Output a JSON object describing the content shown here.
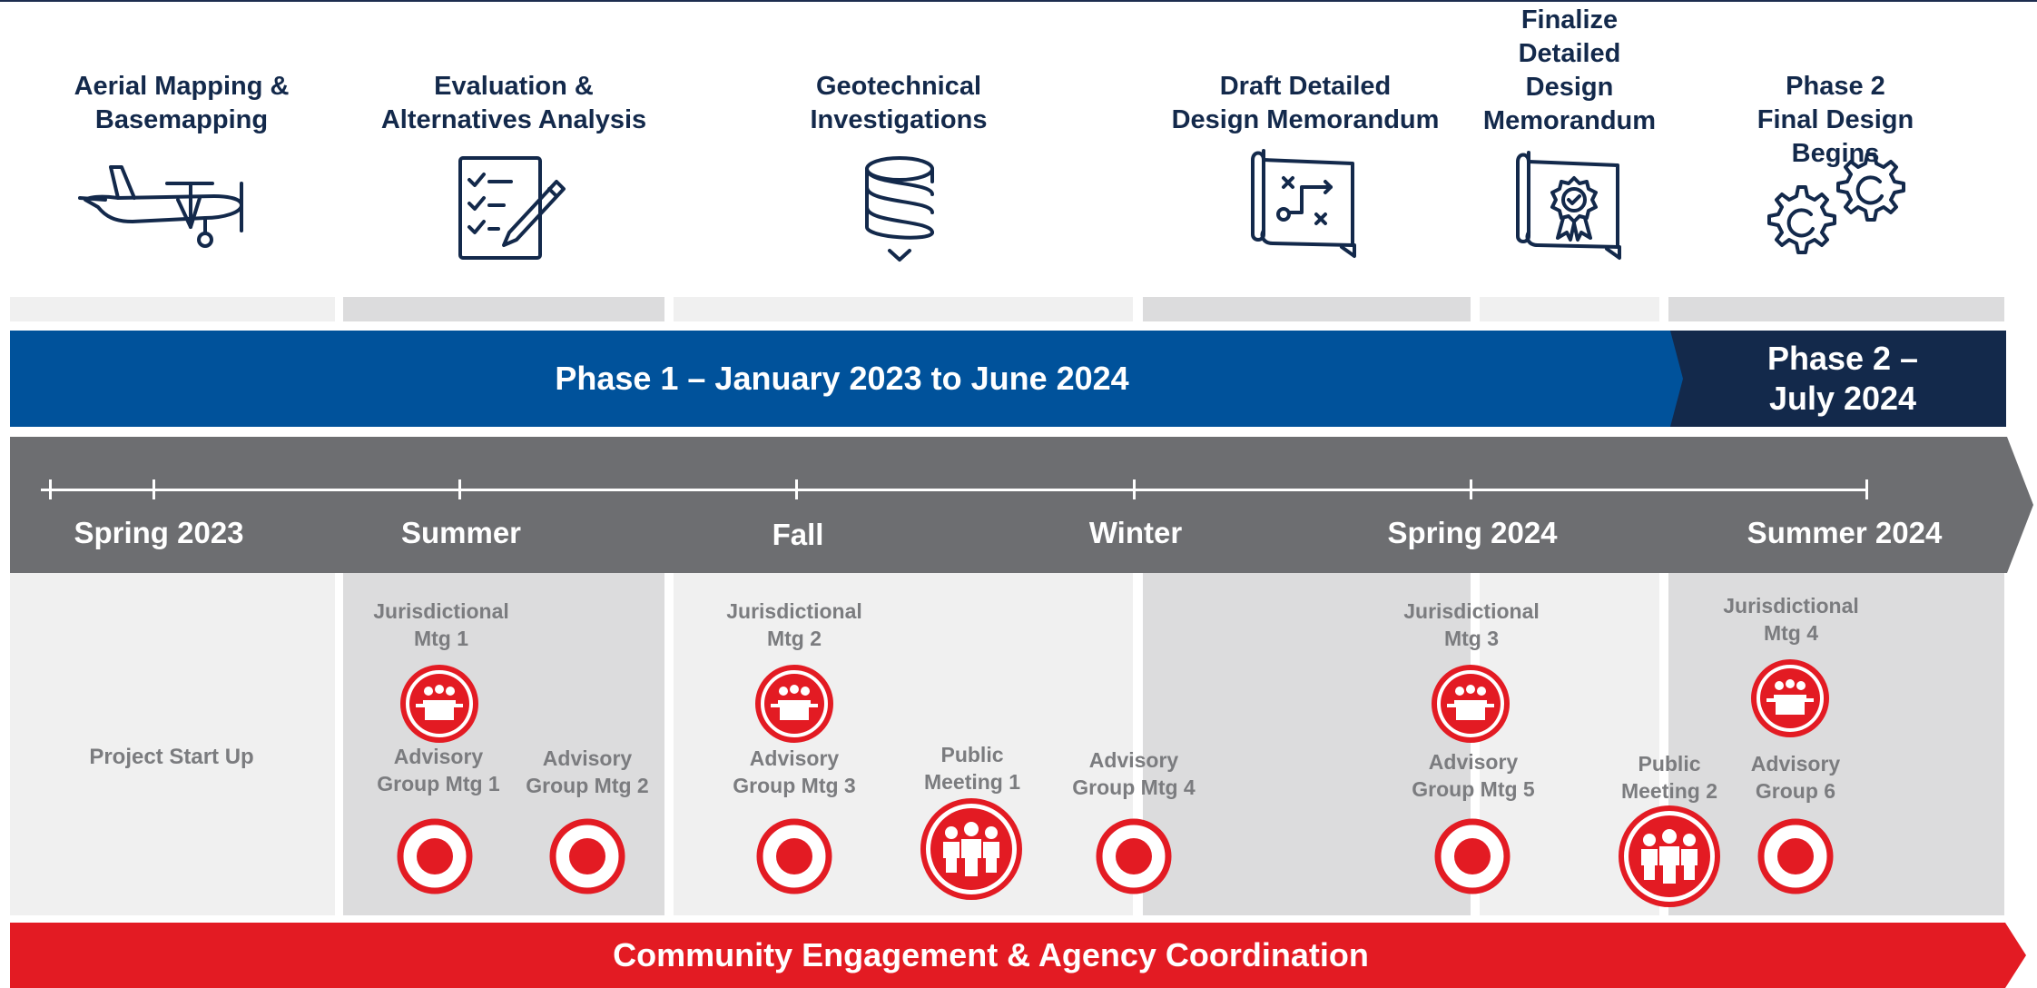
{
  "milestones": [
    {
      "title": "Aerial Mapping &\nBasemapping",
      "icon": "airplane-icon"
    },
    {
      "title": "Evaluation &\nAlternatives Analysis",
      "icon": "checklist-icon"
    },
    {
      "title": "Geotechnical\nInvestigations",
      "icon": "drill-icon"
    },
    {
      "title": "Draft Detailed\nDesign Memorandum",
      "icon": "blueprint-icon"
    },
    {
      "title": "Finalize\nDetailed\nDesign\nMemorandum",
      "icon": "certified-blueprint-icon"
    },
    {
      "title": "Phase 2\nFinal Design Begins",
      "icon": "gears-icon"
    }
  ],
  "phases": {
    "phase1": "Phase 1 – January 2023  to June 2024",
    "phase2": "Phase 2 –\nJuly 2024"
  },
  "seasons": [
    "Spring 2023",
    "Summer",
    "Fall",
    "Winter",
    "Spring 2024",
    "Summer 2024"
  ],
  "meetings": {
    "start_up": "Project Start Up",
    "jurisdictional": [
      "Jurisdictional\nMtg 1",
      "Jurisdictional\nMtg 2",
      "Jurisdictional\nMtg 3",
      "Jurisdictional\nMtg 4"
    ],
    "advisory": [
      "Advisory\nGroup Mtg 1",
      "Advisory\nGroup Mtg 2",
      "Advisory\nGroup Mtg 3",
      "Advisory\nGroup Mtg 4",
      "Advisory\nGroup Mtg 5",
      "Advisory\nGroup 6"
    ],
    "public": [
      "Public\nMeeting 1",
      "Public\nMeeting 2"
    ]
  },
  "bottom_bar": "Community Engagement & Agency Coordination",
  "colors": {
    "navy": "#13294b",
    "phase1_blue": "#00529b",
    "timeline_gray": "#6d6e71",
    "meeting_red": "#e31b23",
    "label_gray": "#7b7c7f"
  }
}
